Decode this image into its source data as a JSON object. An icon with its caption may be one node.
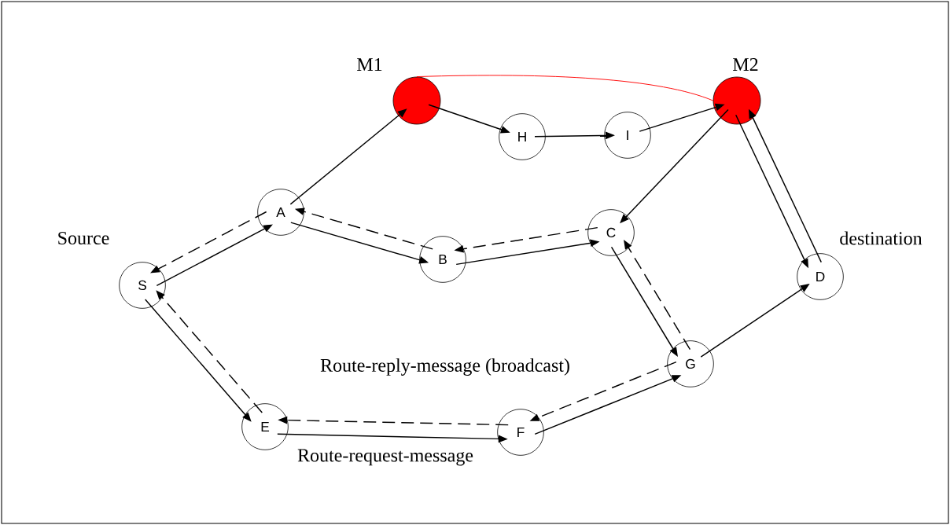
{
  "diagram": {
    "nodes": [
      {
        "text": [
          "S"
        ],
        "beside": [
          "Source"
        ]
      },
      {
        "text": [
          "A"
        ]
      },
      {
        "text": [],
        "shape": "circle",
        "beside": [
          "M1"
        ]
      },
      {
        "text": [
          "H"
        ]
      },
      {
        "text": [
          "I"
        ]
      },
      {
        "text": [],
        "shape": "circle",
        "beside": [
          "M2"
        ]
      },
      {
        "text": [
          "B"
        ]
      },
      {
        "text": [
          "C"
        ]
      },
      {
        "text": [
          "D"
        ],
        "beside": [
          "destination"
        ]
      },
      {
        "text": [
          "G"
        ]
      },
      {
        "text": [
          "E"
        ]
      },
      {
        "text": [
          "F"
        ]
      }
    ],
    "edges": [
      {
        "from": 0,
        "to": 1,
        "arrow": "to"
      },
      {
        "from": 1,
        "to": 0,
        "arrow": "to",
        "style": "dashed"
      },
      {
        "from": 1,
        "to": 2,
        "arrow": "to"
      },
      {
        "from": 1,
        "to": 6,
        "arrow": "to"
      },
      {
        "from": 6,
        "to": 1,
        "arrow": "to",
        "style": "dashed"
      },
      {
        "from": 2,
        "to": 3,
        "arrow": "to"
      },
      {
        "from": 3,
        "to": 4,
        "arrow": "to"
      },
      {
        "from": 4,
        "to": 5,
        "arrow": "to"
      },
      {
        "from": 2,
        "to": 5,
        "arrow": "none",
        "color": "#ff0000"
      },
      {
        "from": 5,
        "to": 7,
        "arrow": "to"
      },
      {
        "from": 5,
        "to": 8,
        "arrow": "to"
      },
      {
        "from": 8,
        "to": 5,
        "arrow": "to"
      },
      {
        "from": 6,
        "to": 7,
        "arrow": "to"
      },
      {
        "from": 7,
        "to": 6,
        "arrow": "to",
        "style": "dashed"
      },
      {
        "from": 7,
        "to": 9,
        "arrow": "to"
      },
      {
        "from": 9,
        "to": 7,
        "arrow": "to",
        "style": "dashed"
      },
      {
        "from": 9,
        "to": 8,
        "arrow": "to"
      },
      {
        "from": 0,
        "to": 10,
        "arrow": "to"
      },
      {
        "from": 10,
        "to": 0,
        "arrow": "to",
        "style": "dashed"
      },
      {
        "from": 10,
        "to": 11,
        "arrow": "to"
      },
      {
        "from": 11,
        "to": 10,
        "arrow": "to",
        "style": "dashed"
      },
      {
        "from": 9,
        "to": 11,
        "arrow": "to",
        "style": "dashed"
      },
      {
        "from": 11,
        "to": 9,
        "arrow": "to"
      }
    ],
    "labels": [
      "Route-reply-message (broadcast)",
      "Route-request-message"
    ]
  }
}
